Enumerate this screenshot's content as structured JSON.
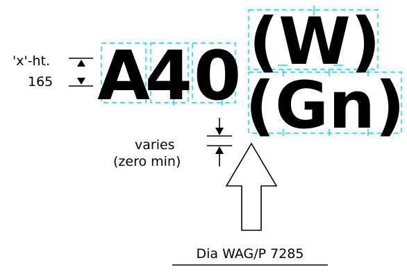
{
  "route_number": {
    "letter": "A",
    "digits": "40"
  },
  "route_suffixes": [
    "(W)",
    "(Gn)"
  ],
  "x_height_label": {
    "line1": "'x'-ht.",
    "line2": "165"
  },
  "gap_label": {
    "line1": "varies",
    "line2": "(zero min)"
  },
  "direction_icon": "up-arrow-icon",
  "diagram_reference": "Dia WAG/P 7285",
  "colors": {
    "ink": "#000000",
    "guide": "#00d8e8",
    "background": "#ffffff"
  }
}
